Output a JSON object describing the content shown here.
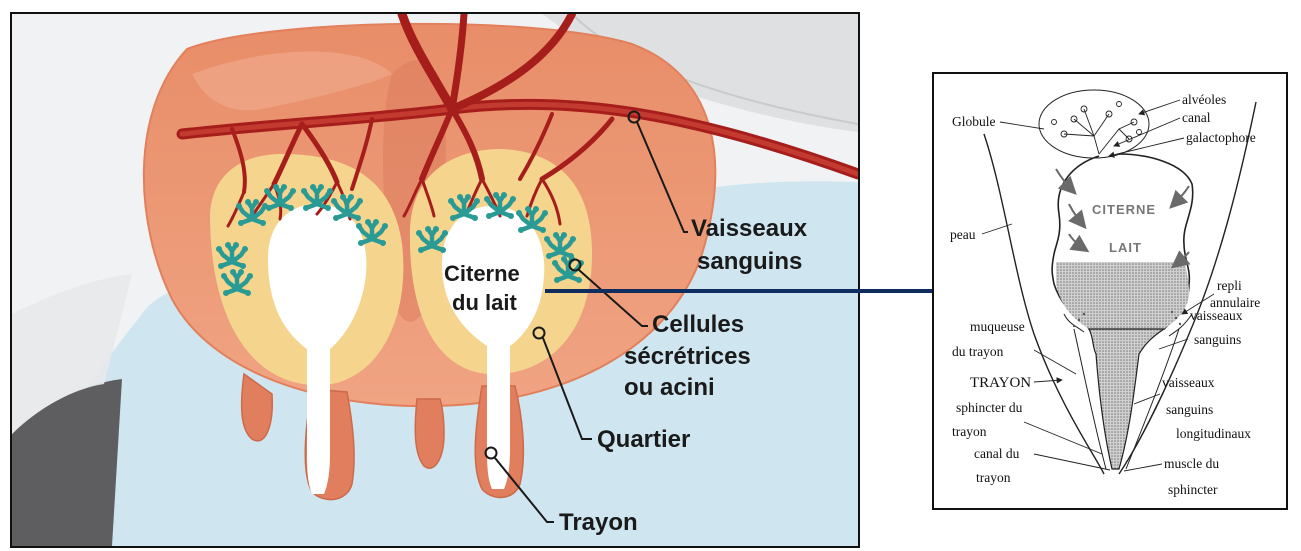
{
  "left": {
    "labels": {
      "vessels_1": "Vaisseaux",
      "vessels_2": "sanguins",
      "cells_1": "Cellules",
      "cells_2": "sécrétrices",
      "cells_3": "ou acini",
      "quarter": "Quartier",
      "teat": "Trayon",
      "cistern_1": "Citerne",
      "cistern_2": "du lait"
    }
  },
  "right": {
    "labels": {
      "alveoles": "alvéoles",
      "canal": "canal",
      "galactophore": "galactophore",
      "globule": "Globule",
      "peau": "peau",
      "citerne": "CITERNE",
      "lait": "LAIT",
      "repli_1": "repli",
      "repli_2": "annulaire",
      "muqueuse_1": "muqueuse",
      "muqueuse_2": "du trayon",
      "vaisseaux_1": "vaisseaux",
      "vaisseaux_2": "sanguins",
      "trayon": "TRAYON",
      "vaisseaux_long_1": "vaisseaux",
      "vaisseaux_long_2": "sanguins",
      "vaisseaux_long_3": "longitudinaux",
      "sphincter_1": "sphincter du",
      "sphincter_2": "trayon",
      "canal_trayon_1": "canal du",
      "canal_trayon_2": "trayon",
      "muscle_1": "muscle du",
      "muscle_2": "sphincter"
    }
  },
  "colors": {
    "udder": "#e99572",
    "udder_shadow": "#d9785a",
    "vessel": "#a61e1c",
    "acini": "#2a9a94",
    "quarter_fill": "#f5d58e",
    "background_blue": "#cfe6f1",
    "arrow": "#0f2d5e"
  }
}
